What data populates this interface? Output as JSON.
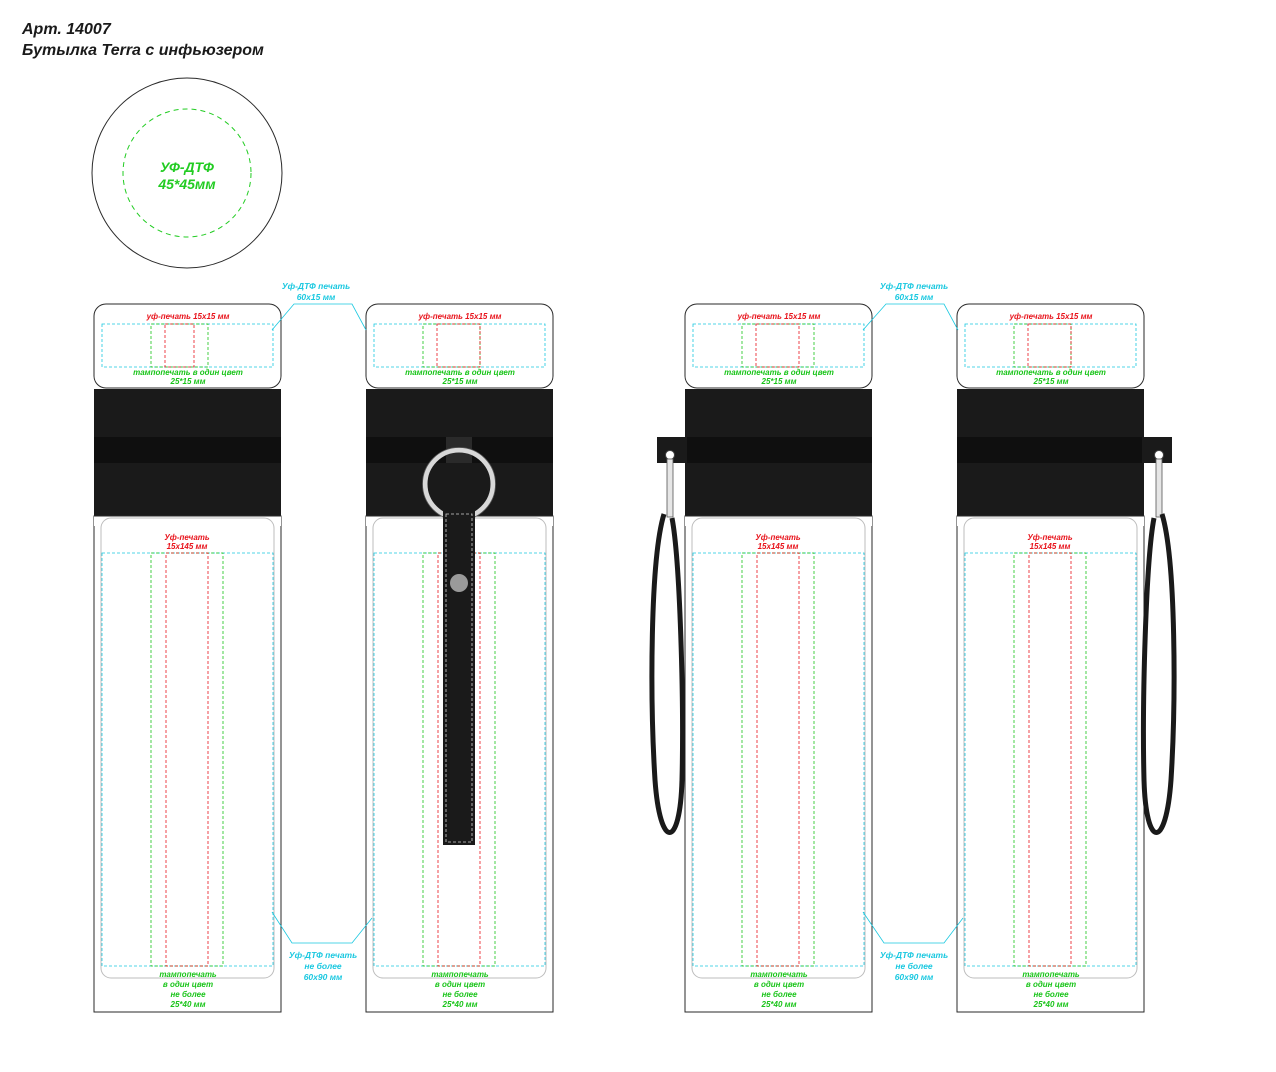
{
  "header": {
    "article": "Арт. 14007",
    "product": "Бутылка Terra с инфьюзером"
  },
  "lid_top": {
    "method": "УФ-ДТФ",
    "size": "45*45мм"
  },
  "labels": {
    "uvdtf_cap_l1": "Уф-ДТФ печать",
    "uvdtf_cap_l2": "60х15 мм",
    "uv_small": "уф-печать 15х15 мм",
    "pad_cap_l1": "тампопечать в один цвет",
    "pad_cap_l2": "25*15 мм",
    "uv_body_l1": "Уф-печать",
    "uv_body_l2": "15х145 мм",
    "uvdtf_body_l1": "Уф-ДТФ печать",
    "uvdtf_body_l2": "не более",
    "uvdtf_body_l3": "60х90 мм",
    "pad_body_l1": "тампопечать",
    "pad_body_l2": "в один цвет",
    "pad_body_l3": "не более",
    "pad_body_l4": "25*40 мм"
  },
  "colors": {
    "cyan": "#1ac8e0",
    "red": "#e8141c",
    "green": "#19c419",
    "band": "#1a1a1a",
    "outline": "#2a2a2a"
  }
}
